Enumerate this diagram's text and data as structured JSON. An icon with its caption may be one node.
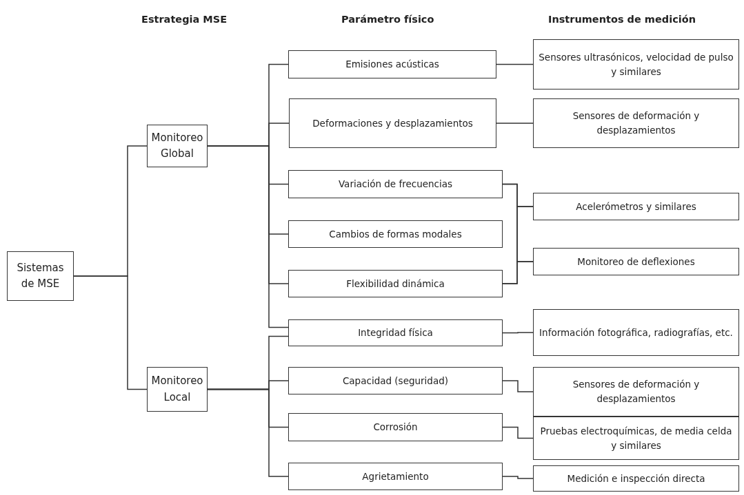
{
  "diagram": {
    "nodes": [
      {
        "text": [
          "Sistemas de MSE"
        ]
      },
      {
        "text": [
          "Monitoreo Global"
        ]
      },
      {
        "text": [
          "Monitoreo Local"
        ]
      },
      {
        "text": [
          "Emisiones acústicas"
        ]
      },
      {
        "text": [
          "Deformaciones y desplazamientos"
        ]
      },
      {
        "text": [
          "Variación de frecuencias"
        ]
      },
      {
        "text": [
          "Cambios de formas modales"
        ]
      },
      {
        "text": [
          "Flexibilidad dinámica"
        ]
      },
      {
        "text": [
          "Integridad física"
        ]
      },
      {
        "text": [
          "Capacidad (seguridad)"
        ]
      },
      {
        "text": [
          "Corrosión"
        ]
      },
      {
        "text": [
          "Agrietamiento"
        ]
      },
      {
        "text": [
          "Sensores ultrasónicos, velocidad de pulso y similares"
        ]
      },
      {
        "text": [
          "Sensores de deformación y desplazamientos"
        ]
      },
      {
        "text": [
          "Acelerómetros y similares"
        ]
      },
      {
        "text": [
          "Monitoreo de deflexiones"
        ]
      },
      {
        "text": [
          "Información fotográfica, radiografías, etc."
        ]
      },
      {
        "text": [
          "Sensores de deformación y desplazamientos"
        ]
      },
      {
        "text": [
          "Pruebas electroquímicas, de media celda y similares"
        ]
      },
      {
        "text": [
          "Medición e inspección directa"
        ]
      }
    ],
    "edges": [
      {
        "from": 0,
        "to": 1,
        "arrow": "none"
      },
      {
        "from": 0,
        "to": 2,
        "arrow": "none"
      },
      {
        "from": 1,
        "to": 3,
        "arrow": "none"
      },
      {
        "from": 1,
        "to": 4,
        "arrow": "none"
      },
      {
        "from": 1,
        "to": 5,
        "arrow": "none"
      },
      {
        "from": 1,
        "to": 6,
        "arrow": "none"
      },
      {
        "from": 1,
        "to": 7,
        "arrow": "none"
      },
      {
        "from": 1,
        "to": 8,
        "arrow": "none"
      },
      {
        "from": 2,
        "to": 8,
        "arrow": "none"
      },
      {
        "from": 2,
        "to": 9,
        "arrow": "none"
      },
      {
        "from": 2,
        "to": 10,
        "arrow": "none"
      },
      {
        "from": 2,
        "to": 11,
        "arrow": "none"
      },
      {
        "from": 3,
        "to": 12,
        "arrow": "none"
      },
      {
        "from": 4,
        "to": 13,
        "arrow": "none"
      },
      {
        "from": 5,
        "to": 14,
        "arrow": "none"
      },
      {
        "from": 5,
        "to": 15,
        "arrow": "none"
      },
      {
        "from": 7,
        "to": 14,
        "arrow": "none"
      },
      {
        "from": 7,
        "to": 15,
        "arrow": "none"
      },
      {
        "from": 8,
        "to": 16,
        "arrow": "none"
      },
      {
        "from": 9,
        "to": 17,
        "arrow": "none"
      },
      {
        "from": 10,
        "to": 18,
        "arrow": "none"
      },
      {
        "from": 11,
        "to": 19,
        "arrow": "none"
      }
    ],
    "labels": [
      "Estrategia MSE",
      "Parámetro físico",
      "Instrumentos de medición"
    ]
  }
}
